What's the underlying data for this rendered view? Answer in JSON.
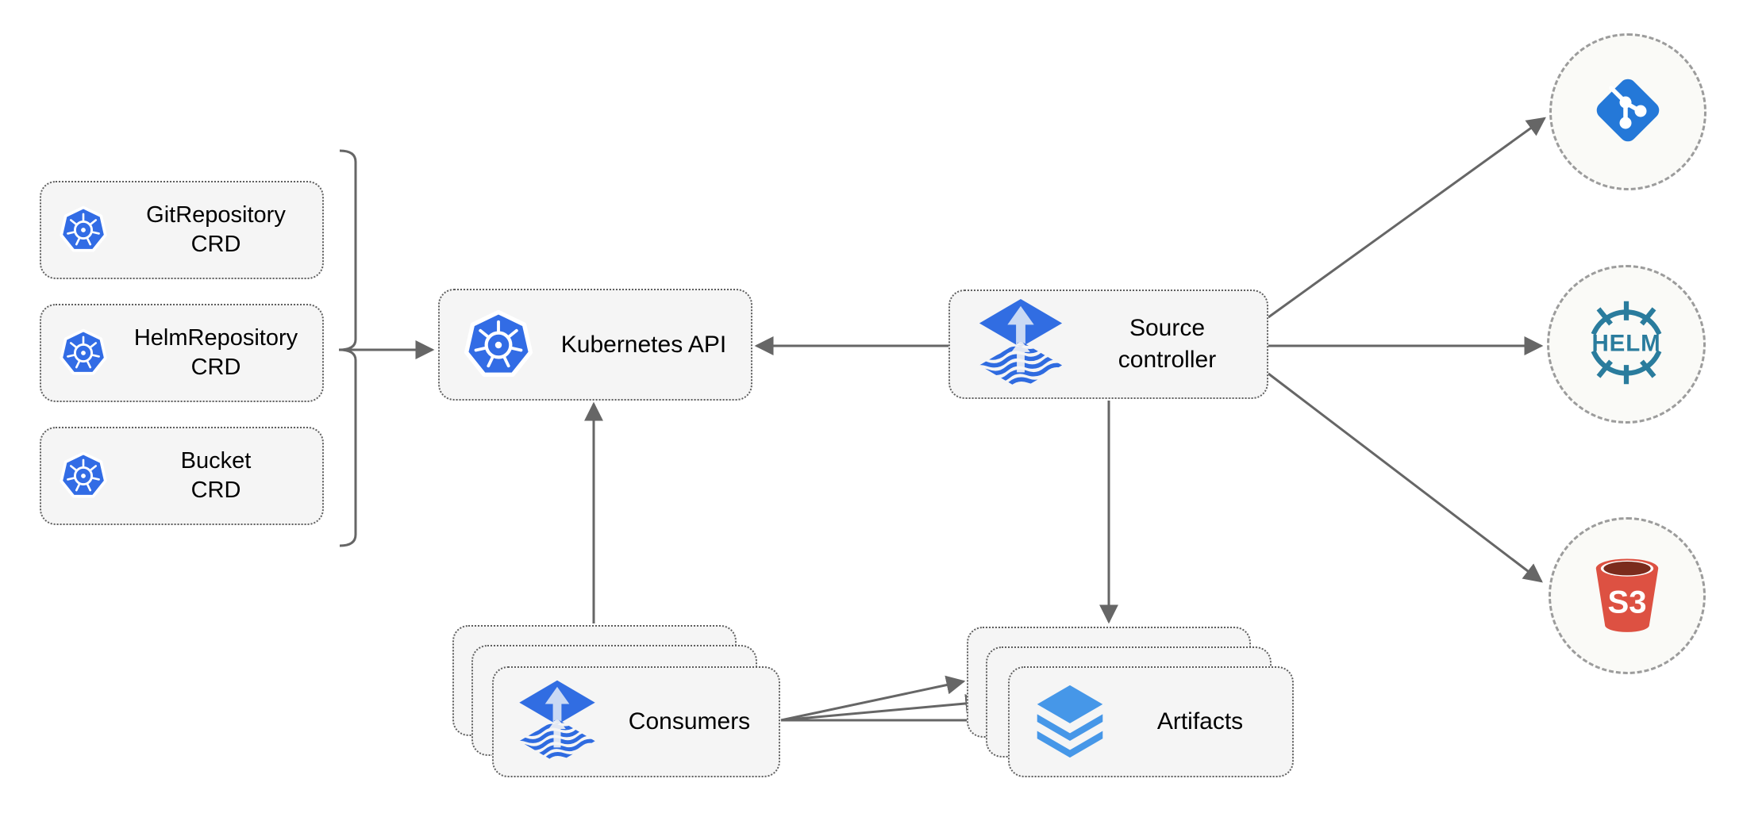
{
  "diagram": {
    "nodes": {
      "git_crd": {
        "line1": "GitRepository",
        "line2": "CRD"
      },
      "helm_crd": {
        "line1": "HelmRepository",
        "line2": "CRD"
      },
      "bucket_crd": {
        "line1": "Bucket",
        "line2": "CRD"
      },
      "k8s_api": {
        "label": "Kubernetes API"
      },
      "source_controller": {
        "line1": "Source",
        "line2": "controller"
      },
      "consumers": {
        "label": "Consumers",
        "stack_count": 3
      },
      "artifacts": {
        "label": "Artifacts",
        "stack_count": 3
      }
    },
    "external_endpoints": {
      "git": {
        "icon": "git-logo"
      },
      "helm": {
        "icon": "helm-logo",
        "text": "HELM"
      },
      "s3": {
        "icon": "s3-bucket-logo",
        "text": "S3"
      }
    },
    "connections": [
      {
        "from": "crd-group-bracket",
        "to": "k8s_api",
        "arrow": "end"
      },
      {
        "from": "source_controller",
        "to": "k8s_api",
        "arrow": "end"
      },
      {
        "from": "consumers",
        "to": "k8s_api",
        "arrow": "end"
      },
      {
        "from": "source_controller",
        "to": "artifacts",
        "arrow": "end"
      },
      {
        "from": "source_controller",
        "to": "git",
        "arrow": "end"
      },
      {
        "from": "source_controller",
        "to": "helm",
        "arrow": "end"
      },
      {
        "from": "source_controller",
        "to": "s3",
        "arrow": "end"
      },
      {
        "from": "consumers",
        "to": "artifacts",
        "arrow": "end",
        "count": 3
      }
    ],
    "colors": {
      "kubernetes_blue": "#326CE5",
      "flux_blue": "#316DE2",
      "flux_arrow_light": "#C9D9F4",
      "git_blue": "#2478D8",
      "helm_teal": "#2A7C9D",
      "s3_red": "#DD5142",
      "s3_dark": "#7B2B1D",
      "layers_blue": "#4697E8",
      "connector_gray": "#666666",
      "node_fill": "#F5F5F5",
      "circle_fill": "#FAFAF7"
    }
  }
}
